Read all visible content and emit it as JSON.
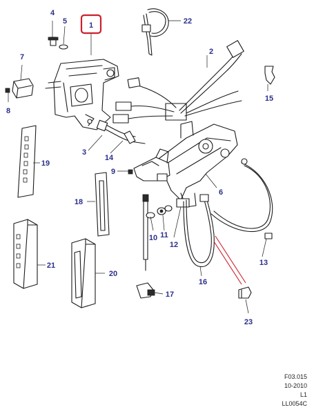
{
  "diagram": {
    "label_color": "#2a2f8a",
    "highlight_color": "#cc1f2b",
    "callouts": [
      {
        "id": "1",
        "text": "1",
        "highlighted": true
      },
      {
        "id": "2",
        "text": "2"
      },
      {
        "id": "3",
        "text": "3"
      },
      {
        "id": "4",
        "text": "4"
      },
      {
        "id": "5",
        "text": "5"
      },
      {
        "id": "6",
        "text": "6"
      },
      {
        "id": "7",
        "text": "7"
      },
      {
        "id": "8",
        "text": "8"
      },
      {
        "id": "9",
        "text": "9"
      },
      {
        "id": "10",
        "text": "10"
      },
      {
        "id": "11",
        "text": "11"
      },
      {
        "id": "12",
        "text": "12"
      },
      {
        "id": "13",
        "text": "13"
      },
      {
        "id": "14",
        "text": "14"
      },
      {
        "id": "15",
        "text": "15"
      },
      {
        "id": "16",
        "text": "16"
      },
      {
        "id": "17",
        "text": "17"
      },
      {
        "id": "18",
        "text": "18"
      },
      {
        "id": "19",
        "text": "19"
      },
      {
        "id": "20",
        "text": "20"
      },
      {
        "id": "21",
        "text": "21"
      },
      {
        "id": "22",
        "text": "22"
      },
      {
        "id": "23",
        "text": "23"
      }
    ]
  },
  "reference": {
    "line1": "F03.015",
    "line2": "10-2010",
    "line3": "L1",
    "line4": "LL0054C"
  }
}
